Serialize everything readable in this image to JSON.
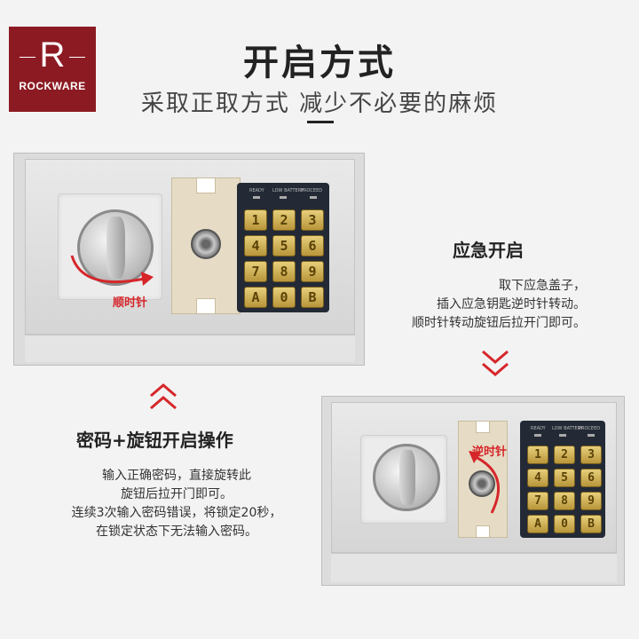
{
  "brand": {
    "letter": "R",
    "name": "ROCKWARE",
    "color": "#8c1a22"
  },
  "title": "开启方式",
  "subtitle": "采取正取方式 减少不必要的麻烦",
  "top_safe": {
    "direction_label": "顺时针",
    "keys": [
      "1",
      "2",
      "3",
      "4",
      "5",
      "6",
      "7",
      "8",
      "9",
      "A",
      "0",
      "B"
    ]
  },
  "bottom_safe": {
    "direction_label": "逆时针",
    "keys": [
      "1",
      "2",
      "3",
      "4",
      "5",
      "6",
      "7",
      "8",
      "9",
      "A",
      "0",
      "B"
    ]
  },
  "keypad_lights": [
    "READY",
    "LOW BATTERY",
    "PROCEED"
  ],
  "emergency": {
    "title": "应急开启",
    "lines": [
      "取下应急盖子，",
      "插入应急钥匙逆时针转动。",
      "顺时针转动旋钮后拉开门即可。"
    ]
  },
  "password": {
    "title": "密码+旋钮开启操作",
    "lines": [
      "输入正确密码，直接旋转此",
      "旋钮后拉开门即可。",
      "连续3次输入密码错误，将锁定20秒，",
      "在锁定状态下无法输入密码。"
    ]
  },
  "accent_color": "#d6262a",
  "icons": {
    "up_chevron": "double-chevron-up-icon",
    "down_chevron": "double-chevron-down-icon"
  }
}
